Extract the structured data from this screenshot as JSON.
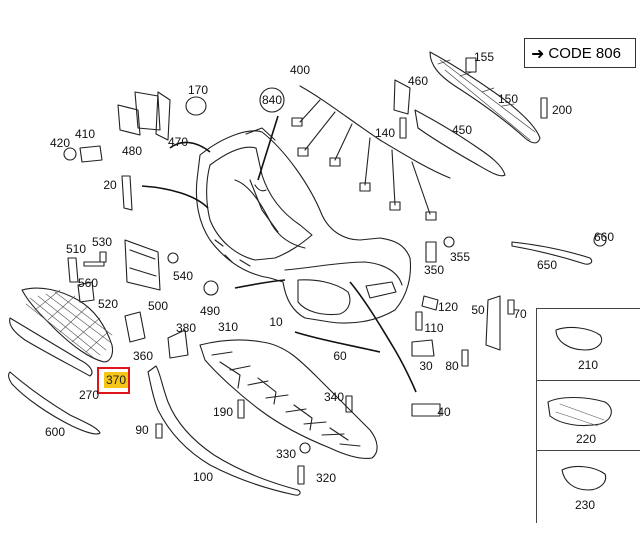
{
  "code_box": {
    "label": "CODE 806"
  },
  "highlight": {
    "label": "370",
    "color": "#e0141b",
    "fill": "#f5c518"
  },
  "labels": {
    "l10": "10",
    "l20": "20",
    "l30": "30",
    "l40": "40",
    "l50": "50",
    "l60": "60",
    "l70": "70",
    "l80": "80",
    "l90": "90",
    "l100": "100",
    "l110": "110",
    "l120": "120",
    "l140": "140",
    "l150": "150",
    "l155": "155",
    "l170": "170",
    "l190": "190",
    "l200": "200",
    "l270": "270",
    "l310": "310",
    "l320": "320",
    "l330": "330",
    "l340": "340",
    "l350": "350",
    "l355": "355",
    "l360": "360",
    "l380": "380",
    "l400": "400",
    "l410": "410",
    "l420": "420",
    "l450": "450",
    "l460": "460",
    "l470": "470",
    "l480": "480",
    "l490": "490",
    "l500": "500",
    "l510": "510",
    "l520": "520",
    "l530": "530",
    "l540": "540",
    "l560": "560",
    "l600": "600",
    "l650": "650",
    "l660": "660",
    "l840": "840",
    "l210": "210",
    "l220": "220",
    "l230": "230"
  }
}
